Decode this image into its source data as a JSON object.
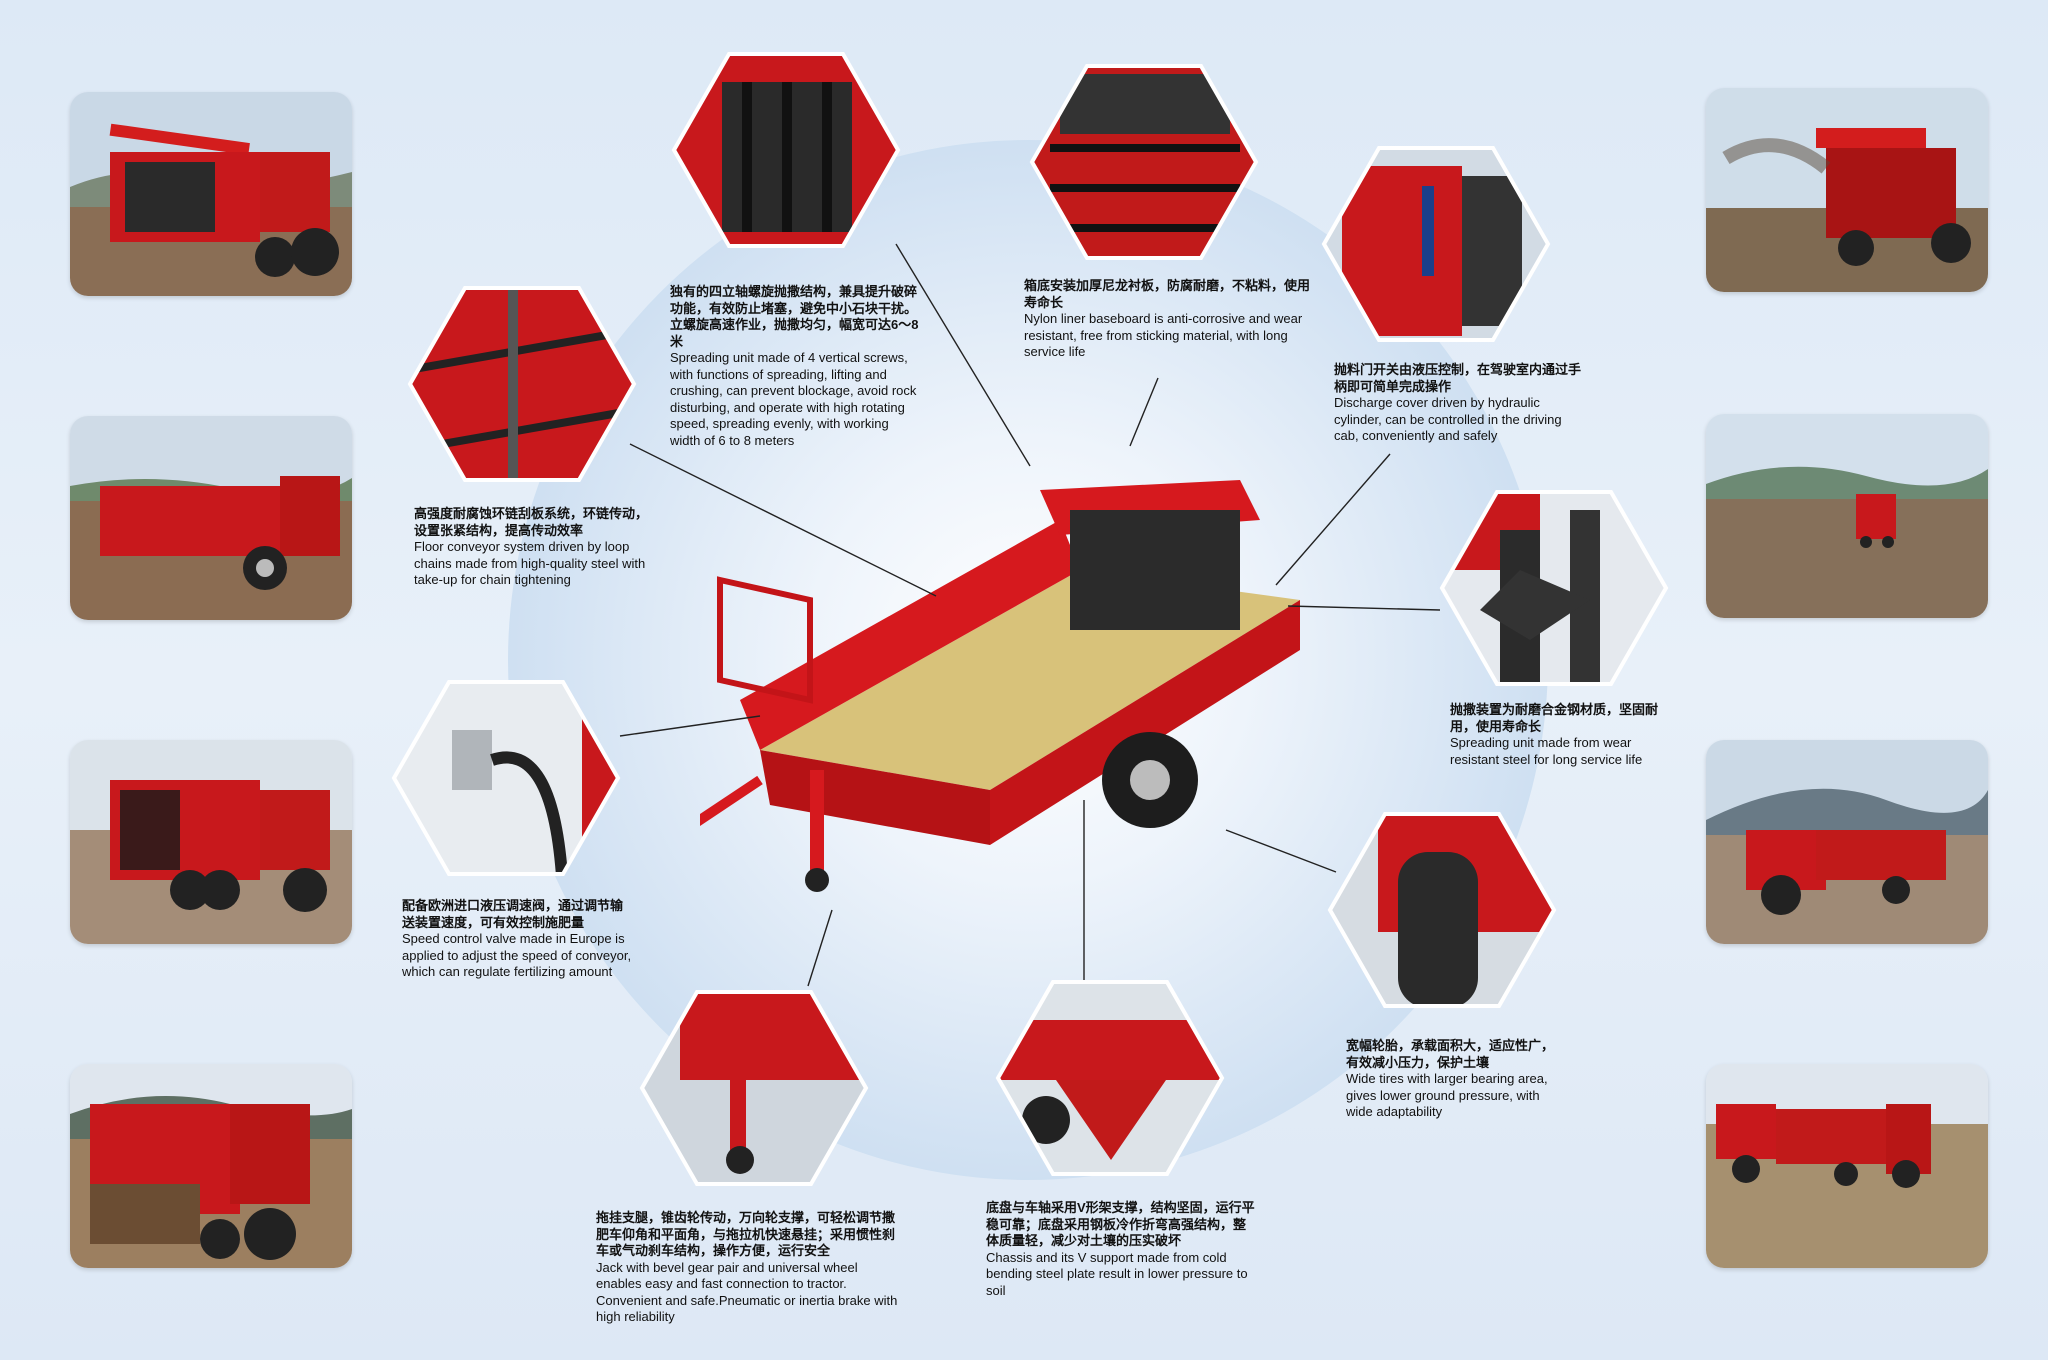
{
  "features": [
    {
      "id": "screws",
      "zh": "独有的四立轴螺旋抛撒结构，兼具提升破碎功能，有效防止堵塞，避免中小石块干扰。立螺旋高速作业，抛撒均匀，幅宽可达6～8米",
      "en": "Spreading unit made of 4 vertical screws, with functions of spreading, lifting and crushing, can prevent blockage, avoid rock disturbing, and operate with high rotating speed, spreading evenly, with working width of 6 to 8 meters"
    },
    {
      "id": "liner",
      "zh": "箱底安装加厚尼龙衬板，防腐耐磨，不粘料，使用寿命长",
      "en": "Nylon liner baseboard is anti-corrosive and wear resistant, free from sticking material, with long service life"
    },
    {
      "id": "cover",
      "zh": "抛料门开关由液压控制，在驾驶室内通过手柄即可简单完成操作",
      "en": "Discharge cover driven by hydraulic cylinder, can be controlled in the driving cab, conveniently and safely"
    },
    {
      "id": "conveyor",
      "zh": "高强度耐腐蚀环链刮板系统，环链传动，设置张紧结构，提高传动效率",
      "en": "Floor conveyor system driven by loop chains made from high-quality steel with take-up for chain tightening"
    },
    {
      "id": "wear",
      "zh": "抛撒装置为耐磨合金钢材质，坚固耐用，使用寿命长",
      "en": "Spreading unit made from wear resistant steel for long service life"
    },
    {
      "id": "valve",
      "zh": "配备欧洲进口液压调速阀，通过调节输送装置速度，可有效控制施肥量",
      "en": "Speed control valve made in Europe is applied to adjust the speed of conveyor, which can regulate fertilizing amount"
    },
    {
      "id": "tires",
      "zh": "宽幅轮胎，承载面积大，适应性广，有效减小压力，保护土壤",
      "en": "Wide tires  with larger bearing area, gives lower ground pressure, with wide adaptability"
    },
    {
      "id": "jack",
      "zh": "拖挂支腿，锥齿轮传动，万向轮支撑，可轻松调节撒肥车仰角和平面角，与拖拉机快速悬挂；采用惯性刹车或气动刹车结构，操作方便，运行安全",
      "en": "Jack with bevel gear pair and universal wheel enables easy and fast connection to tractor. Convenient and safe.Pneumatic or inertia brake with high reliability"
    },
    {
      "id": "chassis",
      "zh": "底盘与车轴采用V形架支撑，结构坚固，运行平稳可靠；底盘采用钢板冷作折弯高强结构，整体质量轻，减少对土壤的压实破坏",
      "en": "Chassis and its V support made from cold bending steel plate result in lower pressure to soil"
    }
  ]
}
